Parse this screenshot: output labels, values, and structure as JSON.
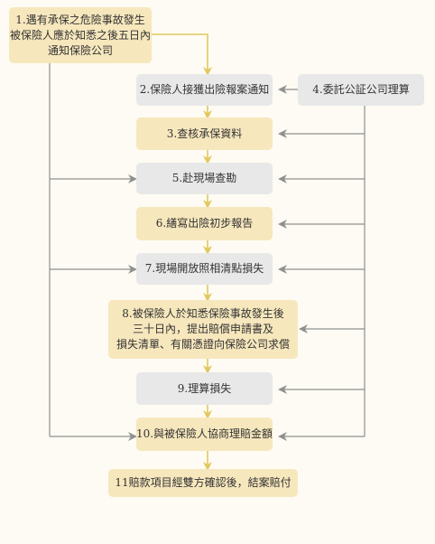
{
  "colors": {
    "page_background": "#fdfbf3",
    "yellow_box": "#f7e7bd",
    "gray_box": "#e8e8e8",
    "flow_arrow": "#e2c85c",
    "feedback_arrow": "#909090",
    "text": "#333333"
  },
  "steps": [
    {
      "id": "s1",
      "color": "yellow",
      "lines": [
        "1.遇有承保之危險事故發生",
        "被保險人應於知悉之後五日內",
        "通知保險公司"
      ]
    },
    {
      "id": "s2",
      "color": "gray",
      "lines": [
        "2.保險人接獲出險報案通知"
      ]
    },
    {
      "id": "s3",
      "color": "yellow",
      "lines": [
        "3.查核承保資料"
      ]
    },
    {
      "id": "s4",
      "color": "gray",
      "lines": [
        "4.委託公証公司理算"
      ]
    },
    {
      "id": "s5",
      "color": "gray",
      "lines": [
        "5.赴現場查勘"
      ]
    },
    {
      "id": "s6",
      "color": "yellow",
      "lines": [
        "6.繕寫出險初步報告"
      ]
    },
    {
      "id": "s7",
      "color": "gray",
      "lines": [
        "7.現場開放照相清點損失"
      ]
    },
    {
      "id": "s8",
      "color": "yellow",
      "lines": [
        "8.被保險人於知悉保險事故發生後",
        "三十日內，提出賠償申請書及",
        "損失清單、有關憑證向保險公司求償"
      ]
    },
    {
      "id": "s9",
      "color": "gray",
      "lines": [
        "9.理算損失"
      ]
    },
    {
      "id": "s10",
      "color": "yellow",
      "lines": [
        "10.與被保險人協商理賠金額"
      ]
    },
    {
      "id": "s11",
      "color": "yellow",
      "lines": [
        "11賠款項目經雙方確認後，結案賠付"
      ]
    }
  ]
}
